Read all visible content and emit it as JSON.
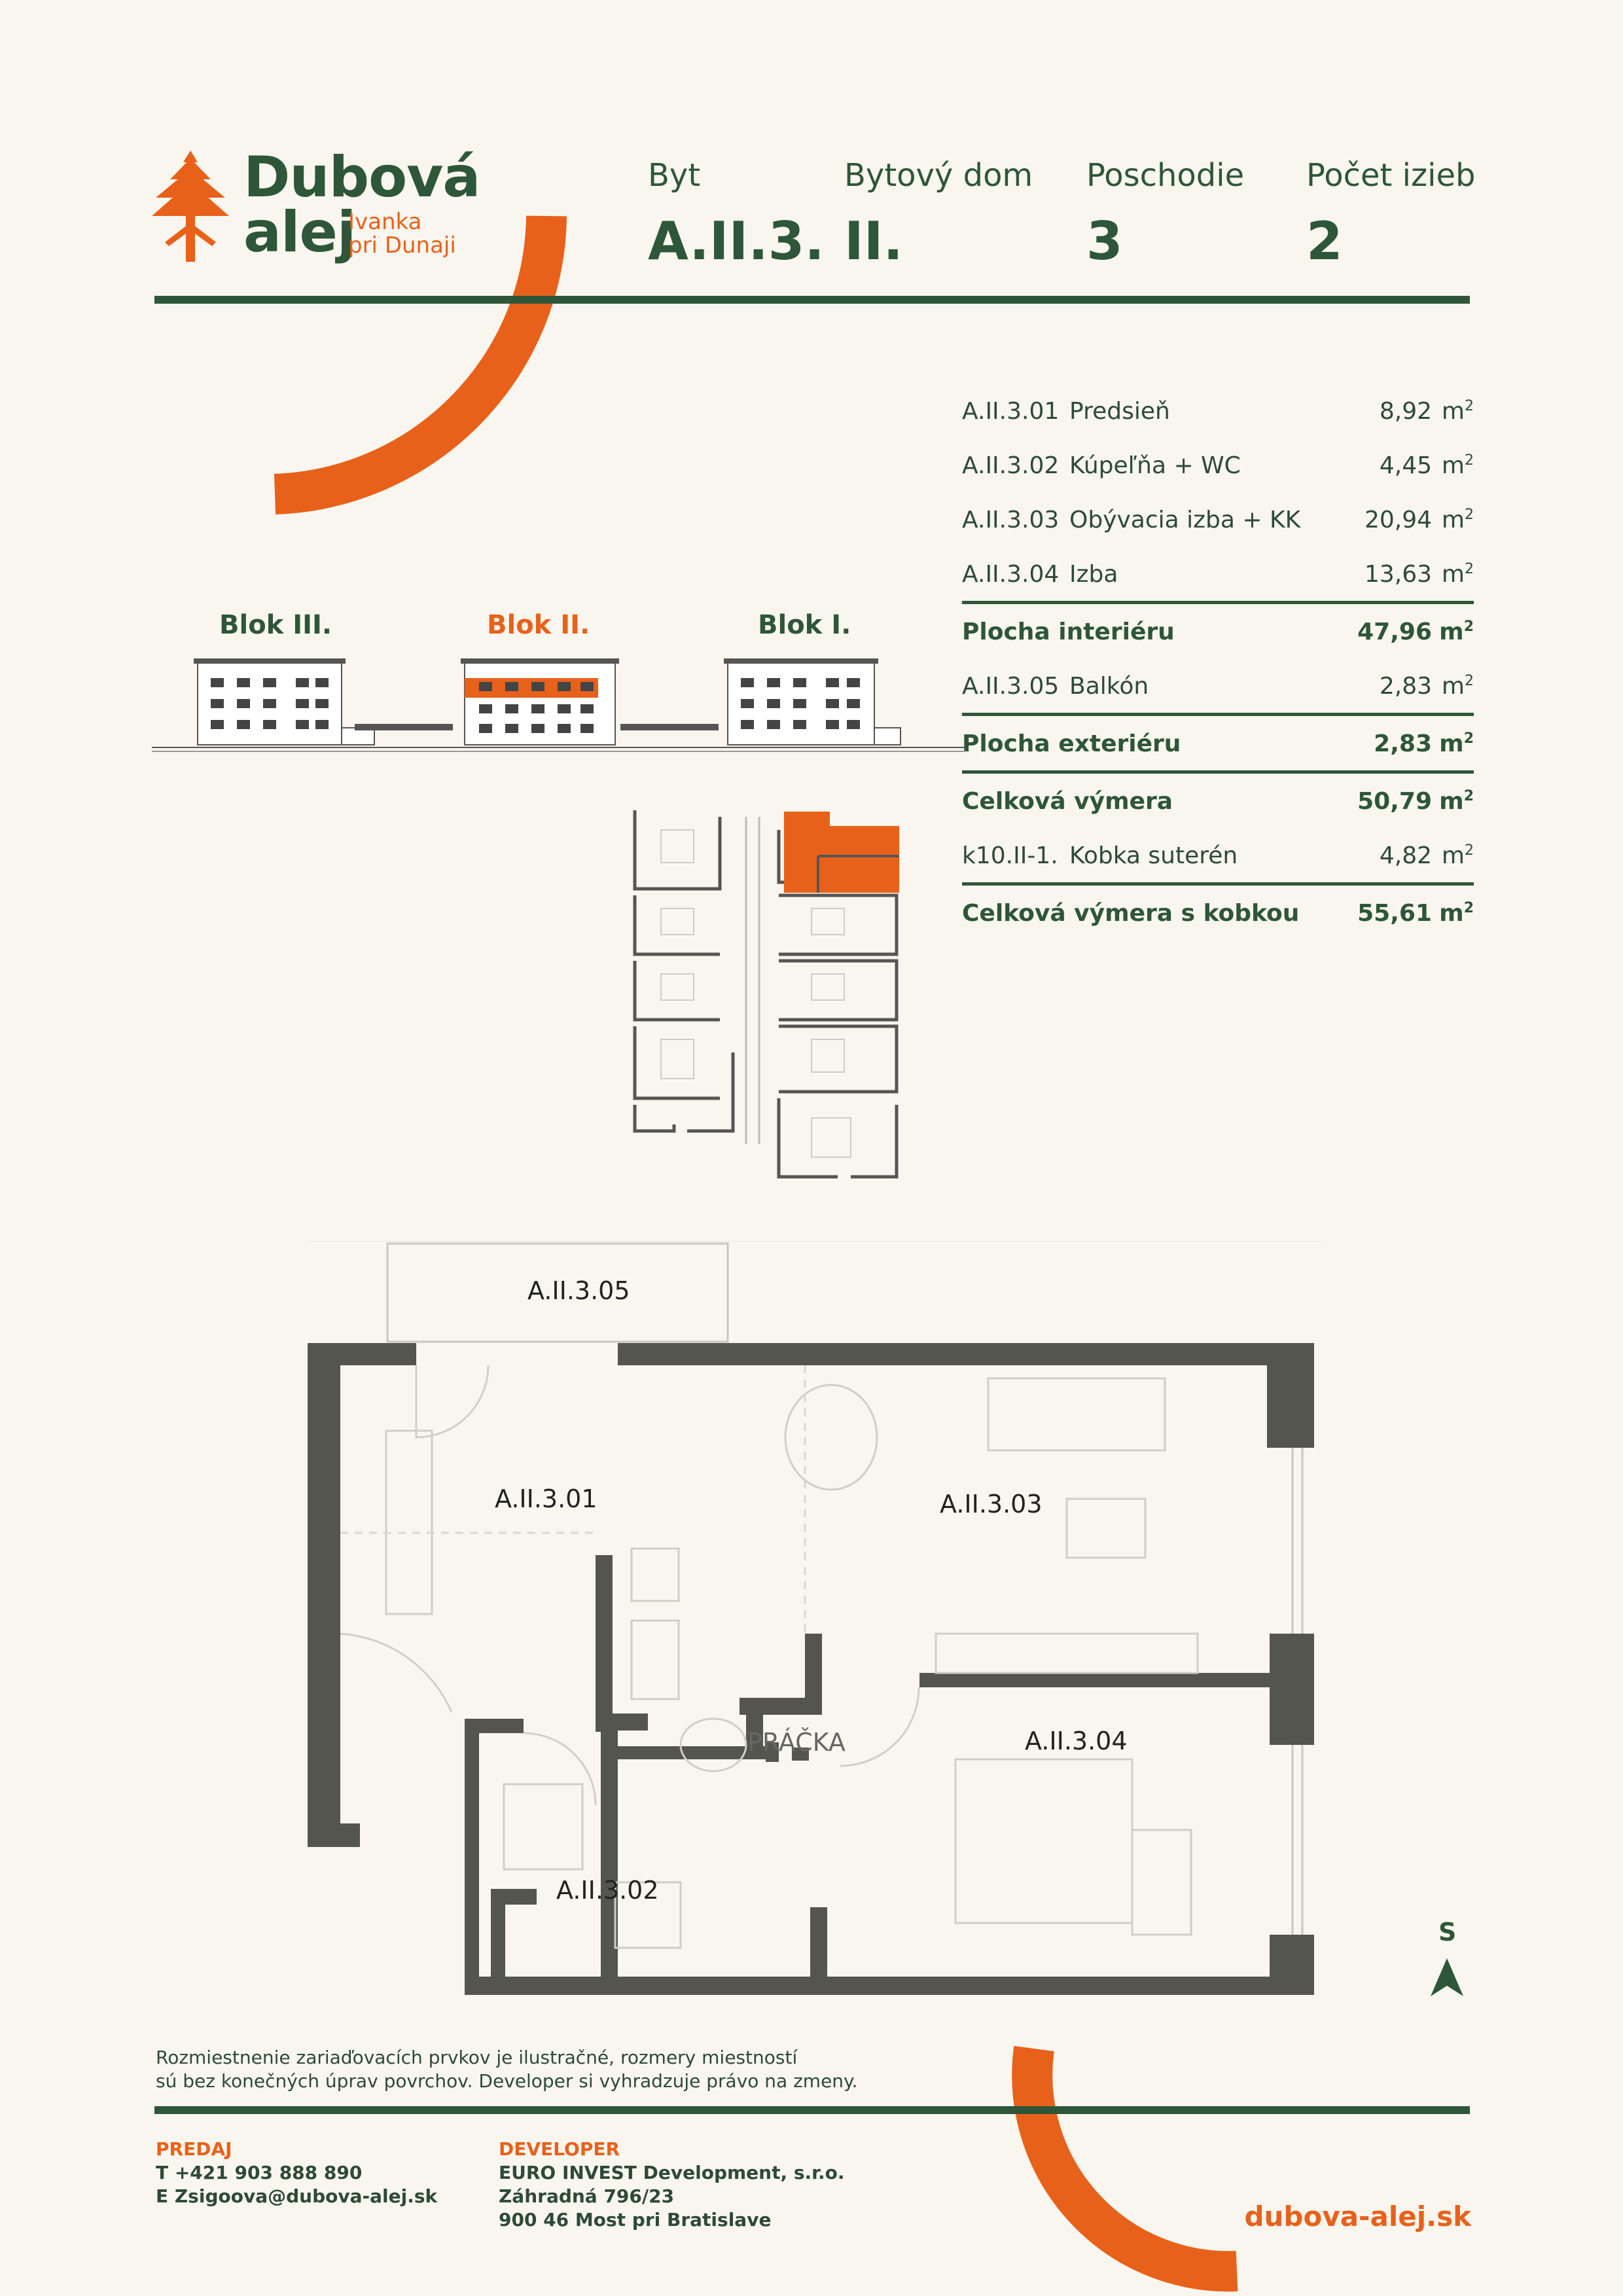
{
  "brand": {
    "name_line1": "Dubová",
    "name_line2": "alej",
    "location_line1": "Ivanka",
    "location_line2": "pri Dunaji"
  },
  "header": [
    {
      "label": "Byt",
      "value": "A.II.3."
    },
    {
      "label": "Bytový dom",
      "value": "II."
    },
    {
      "label": "Poschodie",
      "value": "3"
    },
    {
      "label": "Počet izieb",
      "value": "2"
    }
  ],
  "rooms_table": {
    "unit": "m",
    "rows": [
      {
        "code": "A.II.3.01",
        "name": "Predsieň",
        "area": "8,92"
      },
      {
        "code": "A.II.3.02",
        "name": "Kúpeľňa + WC",
        "area": "4,45"
      },
      {
        "code": "A.II.3.03",
        "name": "Obývacia izba + KK",
        "area": "20,94"
      },
      {
        "code": "A.II.3.04",
        "name": "Izba",
        "area": "13,63"
      }
    ],
    "interior_total": {
      "label": "Plocha interiéru",
      "area": "47,96"
    },
    "balcony": {
      "code": "A.II.3.05",
      "name": "Balkón",
      "area": "2,83"
    },
    "exterior_total": {
      "label": "Plocha exteriéru",
      "area": "2,83"
    },
    "total": {
      "label": "Celková výmera",
      "area": "50,79"
    },
    "cellar": {
      "code": "k10.II-1.",
      "name": "Kobka suterén",
      "area": "4,82"
    },
    "total_with_cellar": {
      "label": "Celková výmera s kobkou",
      "area": "55,61"
    }
  },
  "blocks": [
    {
      "label": "Blok III.",
      "highlight": false
    },
    {
      "label": "Blok II.",
      "highlight": true
    },
    {
      "label": "Blok I.",
      "highlight": false
    }
  ],
  "plan_labels": {
    "balcony": "A.II.3.05",
    "hall": "A.II.3.01",
    "living": "A.II.3.03",
    "laundry": "PRÁČKA",
    "bedroom": "A.II.3.04",
    "bathroom": "A.II.3.02"
  },
  "north_label": "S",
  "disclaimer": {
    "line1": "Rozmiestnenie zariaďovacích prvkov je ilustračné, rozmery miestností",
    "line2": "sú bez konečných úprav povrchov. Developer si vyhradzuje právo na zmeny."
  },
  "sales": {
    "title": "PREDAJ",
    "phone": "T +421 903 888 890",
    "email": "E Zsigoova@dubova-alej.sk"
  },
  "developer": {
    "title": "DEVELOPER",
    "company": "EURO INVEST Development, s.r.o.",
    "street": "Záhradná 796/23",
    "city": "900 46 Most pri Bratislave"
  },
  "website": "dubova-alej.sk",
  "colors": {
    "green": "#2e5638",
    "orange": "#e8611a",
    "wall": "#555550"
  }
}
